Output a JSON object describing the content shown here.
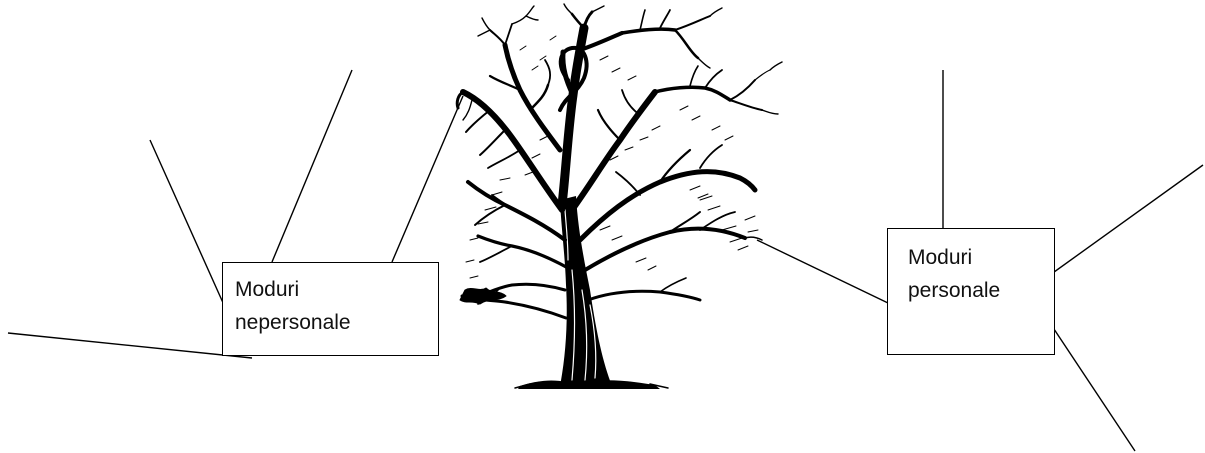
{
  "boxes": {
    "left": {
      "line1": "Moduri",
      "line2": "nepersonale"
    },
    "right": {
      "line1": "Moduri",
      "line2": "personale"
    }
  },
  "colors": {
    "ink": "#000000",
    "background": "#ffffff"
  },
  "icons": {
    "illustration": "bare-tree-drawing"
  }
}
